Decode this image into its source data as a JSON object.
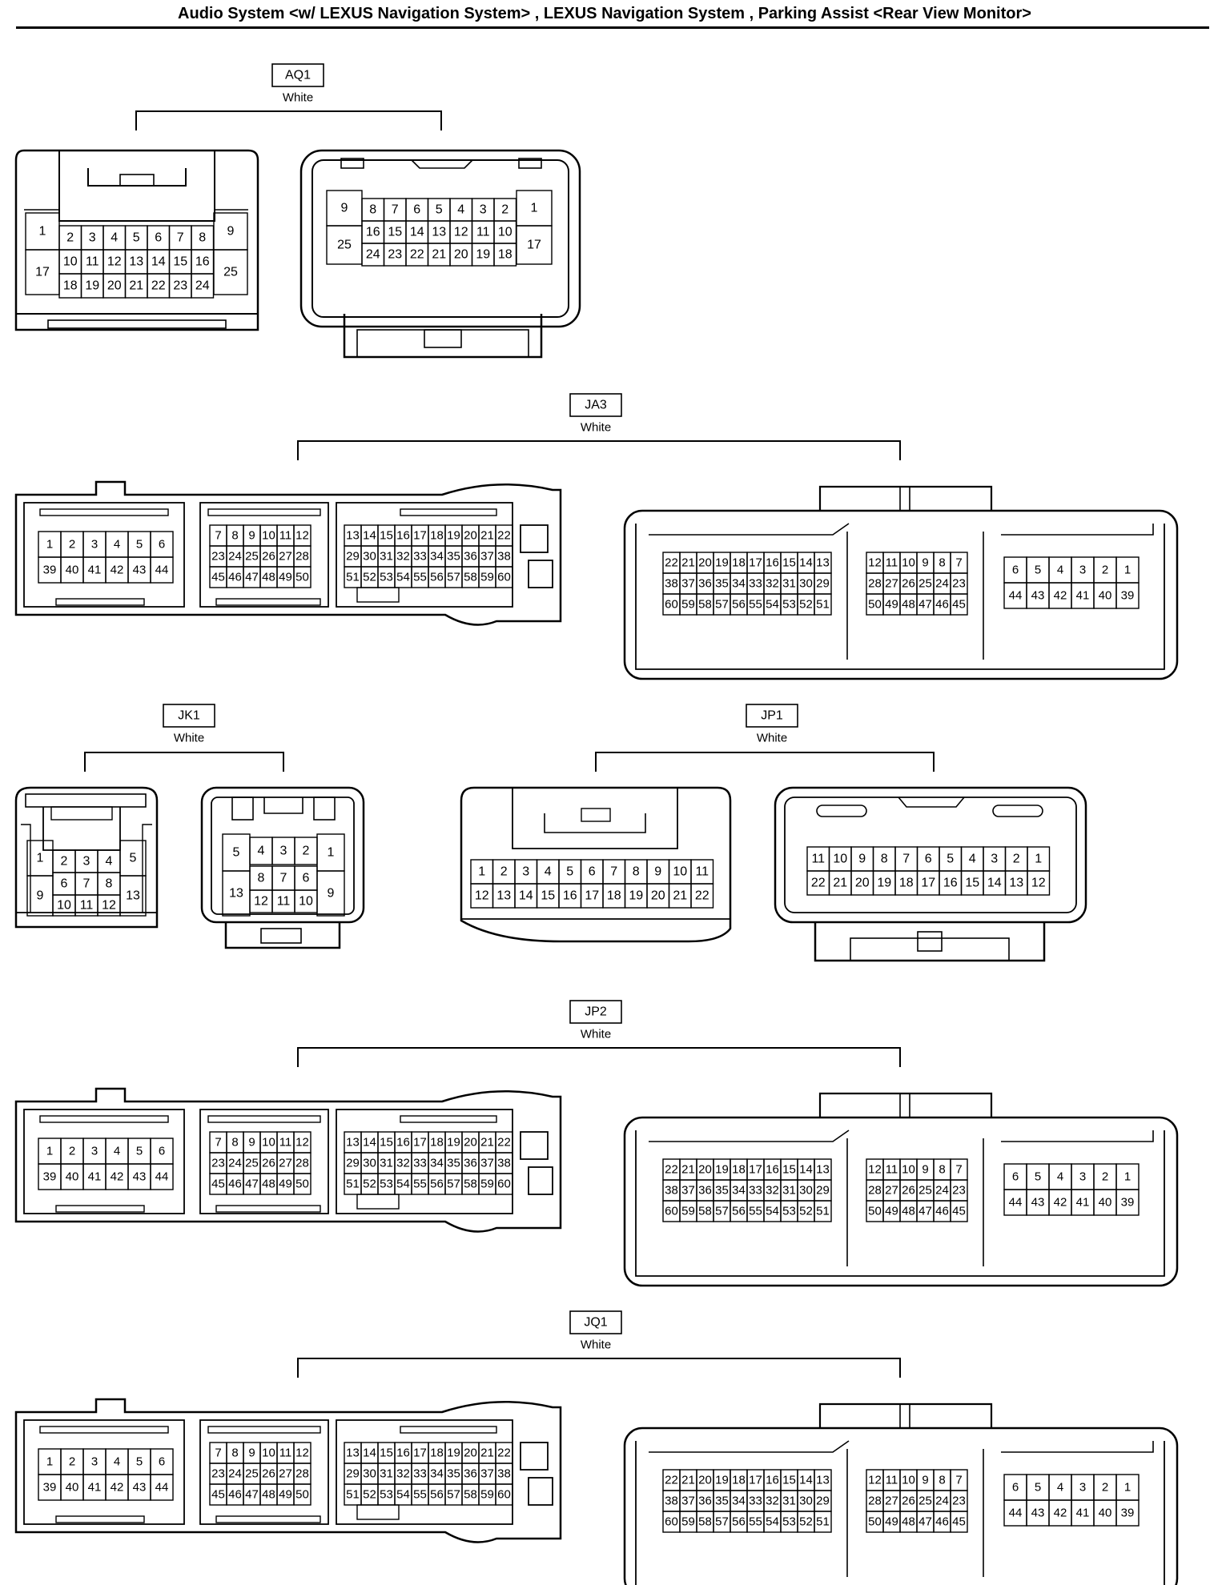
{
  "title": "Audio System <w/ LEXUS Navigation System> , LEXUS Navigation System , Parking Assist <Rear View Monitor>",
  "connectors": [
    {
      "id": "AQ1",
      "color_label": "White"
    },
    {
      "id": "JA3",
      "color_label": "White"
    },
    {
      "id": "JK1",
      "color_label": "White"
    },
    {
      "id": "JP1",
      "color_label": "White"
    },
    {
      "id": "JP2",
      "color_label": "White"
    },
    {
      "id": "JQ1",
      "color_label": "White"
    }
  ],
  "views": {
    "aq1_left": {
      "rows": [
        [
          "2",
          "3",
          "4",
          "5",
          "6",
          "7",
          "8"
        ],
        [
          "10",
          "11",
          "12",
          "13",
          "14",
          "15",
          "16"
        ],
        [
          "18",
          "19",
          "20",
          "21",
          "22",
          "23",
          "24"
        ]
      ],
      "side_left": [
        "1",
        "17"
      ],
      "side_right": [
        "9",
        "25"
      ]
    },
    "aq1_right": {
      "rows": [
        [
          "8",
          "7",
          "6",
          "5",
          "4",
          "3",
          "2"
        ],
        [
          "16",
          "15",
          "14",
          "13",
          "12",
          "11",
          "10"
        ],
        [
          "24",
          "23",
          "22",
          "21",
          "20",
          "19",
          "18"
        ]
      ],
      "side_left": [
        "9",
        "25"
      ],
      "side_right": [
        "1",
        "17"
      ]
    },
    "big_left": {
      "blocks": [
        [
          [
            "1",
            "2",
            "3",
            "4",
            "5",
            "6"
          ],
          [
            "39",
            "40",
            "41",
            "42",
            "43",
            "44"
          ]
        ],
        [
          [
            "7",
            "8",
            "9",
            "10",
            "11",
            "12"
          ],
          [
            "23",
            "24",
            "25",
            "26",
            "27",
            "28"
          ],
          [
            "45",
            "46",
            "47",
            "48",
            "49",
            "50"
          ]
        ],
        [
          [
            "13",
            "14",
            "15",
            "16",
            "17",
            "18",
            "19",
            "20",
            "21",
            "22"
          ],
          [
            "29",
            "30",
            "31",
            "32",
            "33",
            "34",
            "35",
            "36",
            "37",
            "38"
          ],
          [
            "51",
            "52",
            "53",
            "54",
            "55",
            "56",
            "57",
            "58",
            "59",
            "60"
          ]
        ]
      ]
    },
    "big_right": {
      "blocks": [
        [
          [
            "22",
            "21",
            "20",
            "19",
            "18",
            "17",
            "16",
            "15",
            "14",
            "13"
          ],
          [
            "38",
            "37",
            "36",
            "35",
            "34",
            "33",
            "32",
            "31",
            "30",
            "29"
          ],
          [
            "60",
            "59",
            "58",
            "57",
            "56",
            "55",
            "54",
            "53",
            "52",
            "51"
          ]
        ],
        [
          [
            "12",
            "11",
            "10",
            "9",
            "8",
            "7"
          ],
          [
            "28",
            "27",
            "26",
            "25",
            "24",
            "23"
          ],
          [
            "50",
            "49",
            "48",
            "47",
            "46",
            "45"
          ]
        ],
        [
          [
            "6",
            "5",
            "4",
            "3",
            "2",
            "1"
          ],
          [
            "44",
            "43",
            "42",
            "41",
            "40",
            "39"
          ]
        ]
      ]
    },
    "jk1_left": {
      "top": [
        "2",
        "3",
        "4"
      ],
      "mid": [
        "6",
        "7",
        "8"
      ],
      "bot": [
        "10",
        "11",
        "12"
      ],
      "side_left": [
        "1",
        "9"
      ],
      "side_right": [
        "5",
        "13"
      ]
    },
    "jk1_right": {
      "top": [
        "4",
        "3",
        "2"
      ],
      "mid": [
        "8",
        "7",
        "6"
      ],
      "bot": [
        "12",
        "11",
        "10"
      ],
      "side_left": [
        "5",
        "13"
      ],
      "side_right": [
        "1",
        "9"
      ]
    },
    "jp1_left": {
      "rows": [
        [
          "1",
          "2",
          "3",
          "4",
          "5",
          "6",
          "7",
          "8",
          "9",
          "10",
          "11"
        ],
        [
          "12",
          "13",
          "14",
          "15",
          "16",
          "17",
          "18",
          "19",
          "20",
          "21",
          "22"
        ]
      ]
    },
    "jp1_right": {
      "rows": [
        [
          "11",
          "10",
          "9",
          "8",
          "7",
          "6",
          "5",
          "4",
          "3",
          "2",
          "1"
        ],
        [
          "22",
          "21",
          "20",
          "19",
          "18",
          "17",
          "16",
          "15",
          "14",
          "13",
          "12"
        ]
      ]
    }
  }
}
